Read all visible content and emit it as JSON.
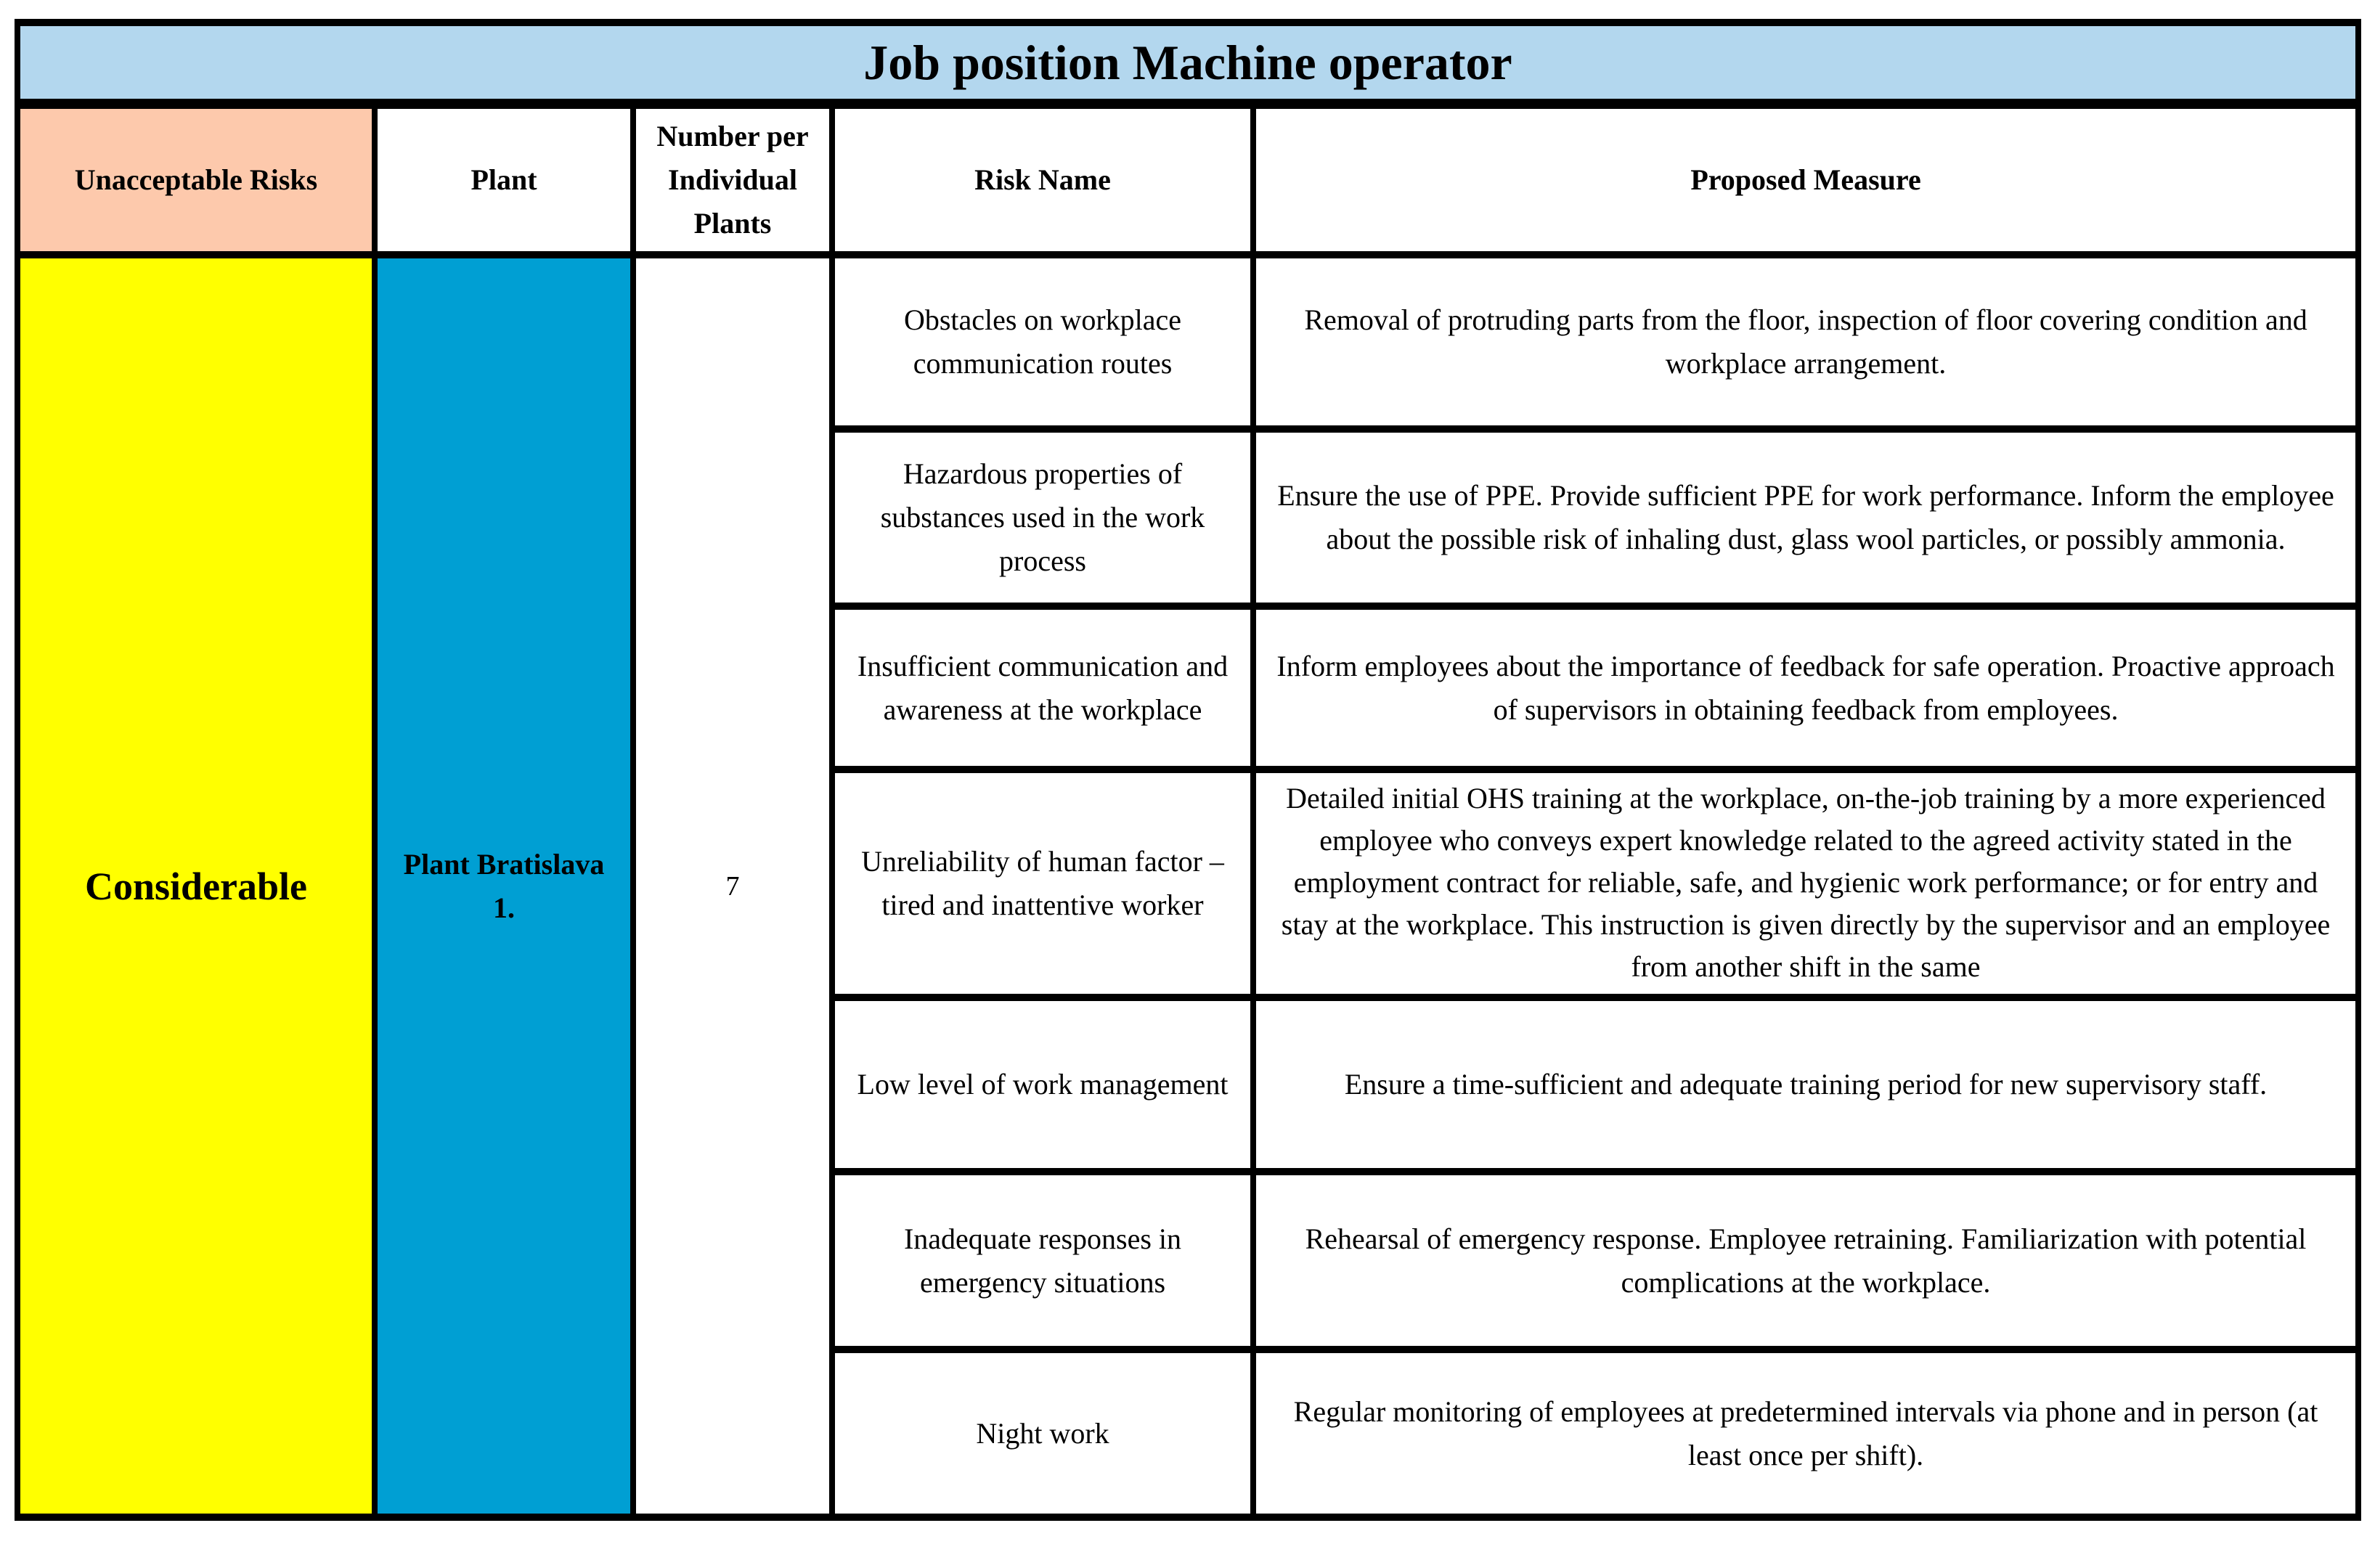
{
  "title": "Job position Machine operator",
  "columns": [
    "Unacceptable Risks",
    "Plant",
    "Number per Individual Plants",
    "Risk Name",
    "Proposed Measure"
  ],
  "risk_level": "Considerable",
  "plant": "Plant Bratislava\n1.",
  "number_per_plant": "7",
  "rows": [
    {
      "risk": "Obstacles on workplace communication routes",
      "measure": "Removal of protruding parts from the floor, inspection of floor covering condition and workplace arrangement."
    },
    {
      "risk": "Hazardous properties of substances used in the work process",
      "measure": "Ensure the use of PPE. Provide sufficient PPE for work performance. Inform the employee about the possible risk of inhaling dust, glass wool particles, or possibly ammonia."
    },
    {
      "risk": "Insufficient communication and awareness at the workplace",
      "measure": "Inform employees about the importance of feedback for safe operation. Proactive approach of supervisors in obtaining feedback from employees."
    },
    {
      "risk": "Unreliability of human factor – tired and inattentive worker",
      "measure": "Detailed initial OHS training at the workplace, on-the-job training by a more experienced employee who conveys expert knowledge related to the agreed activity stated in the employment contract for reliable, safe, and hygienic work performance; or for entry and stay at the workplace. This instruction is given directly by the supervisor and an employee from another shift in the same"
    },
    {
      "risk": "Low level of work management",
      "measure": "Ensure a time-sufficient and adequate training period for new supervisory staff."
    },
    {
      "risk": "Inadequate responses in emergency situations",
      "measure": "Rehearsal of emergency response. Employee retraining. Familiarization with potential complications at the workplace."
    },
    {
      "risk": "Night work",
      "measure": "Regular monitoring of employees at predetermined intervals via phone and in person (at least once per shift)."
    }
  ],
  "colors": {
    "title_bg": "#B3D7EE",
    "unacceptable_risks_bg": "#FDC9AC",
    "considerable_bg": "#FFFF00",
    "plant_bg": "#009FD3",
    "border": "#000000"
  }
}
